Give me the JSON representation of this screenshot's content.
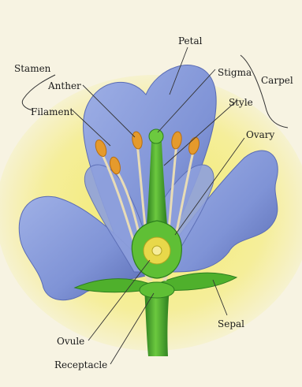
{
  "diagram": {
    "labels": {
      "petal": "Petal",
      "stamen": "Stamen",
      "carpel": "Carpel",
      "stigma": "Stigma",
      "anther": "Anther",
      "style": "Style",
      "filament": "Filament",
      "ovary": "Ovary",
      "sepal": "Sepal",
      "ovule": "Ovule",
      "receptacle": "Receptacle"
    },
    "colors": {
      "background": "#f7f3e2",
      "glow": "#f3ea6a",
      "petal": "#7f93d6",
      "petal_shadow": "#5a6cb4",
      "green": "#4fb02c",
      "green_dark": "#2c7d1f",
      "anther": "#e59a2c",
      "filament": "#e8dcb6",
      "ovule": "#e8d84a"
    }
  }
}
